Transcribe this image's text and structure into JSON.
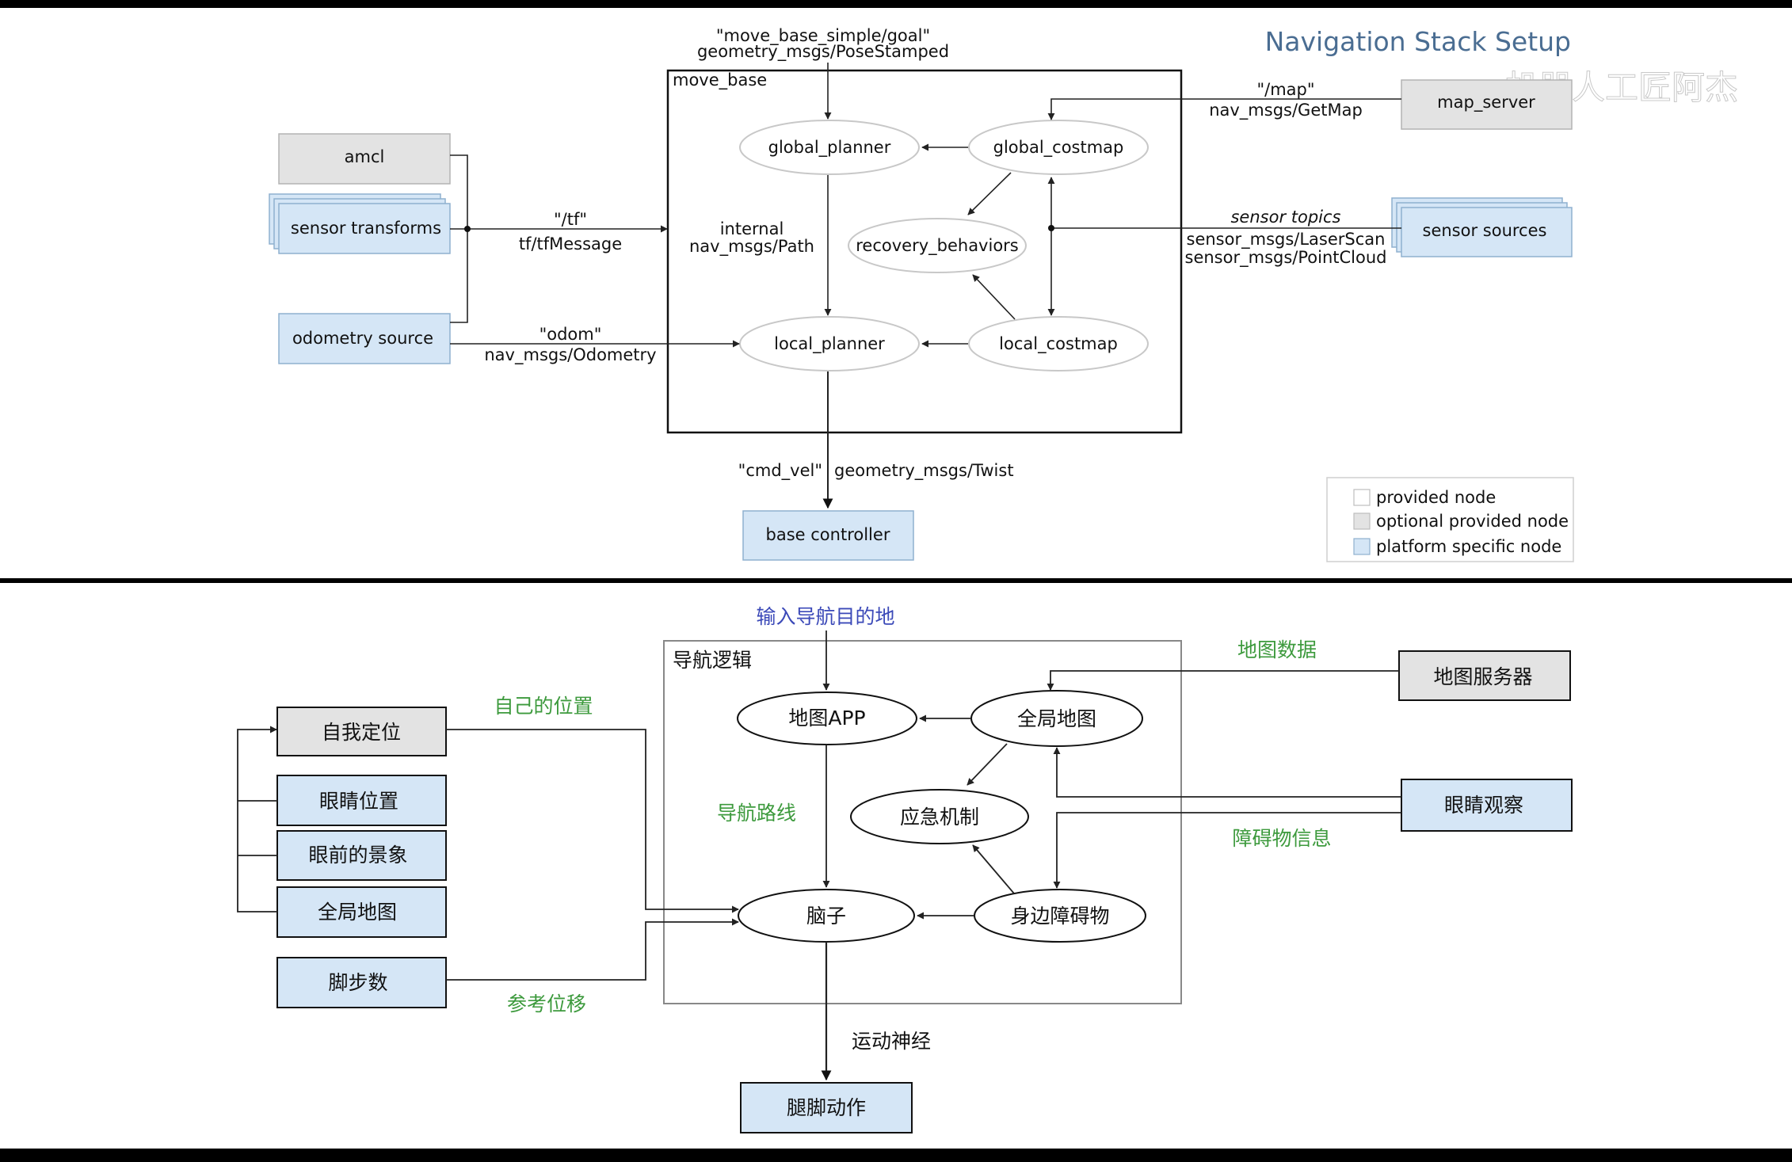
{
  "colors": {
    "title": "#4a6d92",
    "optional_fill": "#e3e3e3",
    "platform_fill": "#d5e6f6",
    "platform_stroke": "#8fb0cf",
    "green_label": "#3d9a3d",
    "blue_label": "#3b49b8"
  },
  "top": {
    "title": "Navigation Stack Setup",
    "watermark": "机器人工匠阿杰",
    "goal_topic": "\"move_base_simple/goal\"",
    "goal_type": "geometry_msgs/PoseStamped",
    "move_base_label": "move_base",
    "nodes": {
      "global_planner": "global_planner",
      "global_costmap": "global_costmap",
      "recovery_behaviors": "recovery_behaviors",
      "local_planner": "local_planner",
      "local_costmap": "local_costmap"
    },
    "internal_label": "internal",
    "internal_type": "nav_msgs/Path",
    "boxes": {
      "amcl": "amcl",
      "sensor_transforms": "sensor transforms",
      "odometry_source": "odometry source",
      "map_server": "map_server",
      "sensor_sources": "sensor sources",
      "base_controller": "base controller"
    },
    "tf_topic": "\"/tf\"",
    "tf_type": "tf/tfMessage",
    "odom_topic": "\"odom\"",
    "odom_type": "nav_msgs/Odometry",
    "map_topic": "\"/map\"",
    "map_type": "nav_msgs/GetMap",
    "sensor_topics": "sensor topics",
    "sensor_type1": "sensor_msgs/LaserScan",
    "sensor_type2": "sensor_msgs/PointCloud",
    "cmd_vel_topic": "\"cmd_vel\"",
    "cmd_vel_type": "geometry_msgs/Twist",
    "legend": {
      "provided": "provided node",
      "optional": "optional provided node",
      "platform": "platform specific node"
    }
  },
  "bottom": {
    "goal_label": "输入导航目的地",
    "logic_label": "导航逻辑",
    "nodes": {
      "map_app": "地图APP",
      "global_map": "全局地图",
      "emergency": "应急机制",
      "brain": "脑子",
      "obstacles": "身边障碍物"
    },
    "route_label": "导航路线",
    "boxes": {
      "self_localization": "自我定位",
      "eye_position": "眼睛位置",
      "scene_ahead": "眼前的景象",
      "global_map_box": "全局地图",
      "step_count": "脚步数",
      "map_server": "地图服务器",
      "eye_observation": "眼睛观察",
      "leg_action": "腿脚动作"
    },
    "own_position": "自己的位置",
    "reference_displacement": "参考位移",
    "map_data": "地图数据",
    "obstacle_info": "障碍物信息",
    "motor_nerve": "运动神经"
  }
}
